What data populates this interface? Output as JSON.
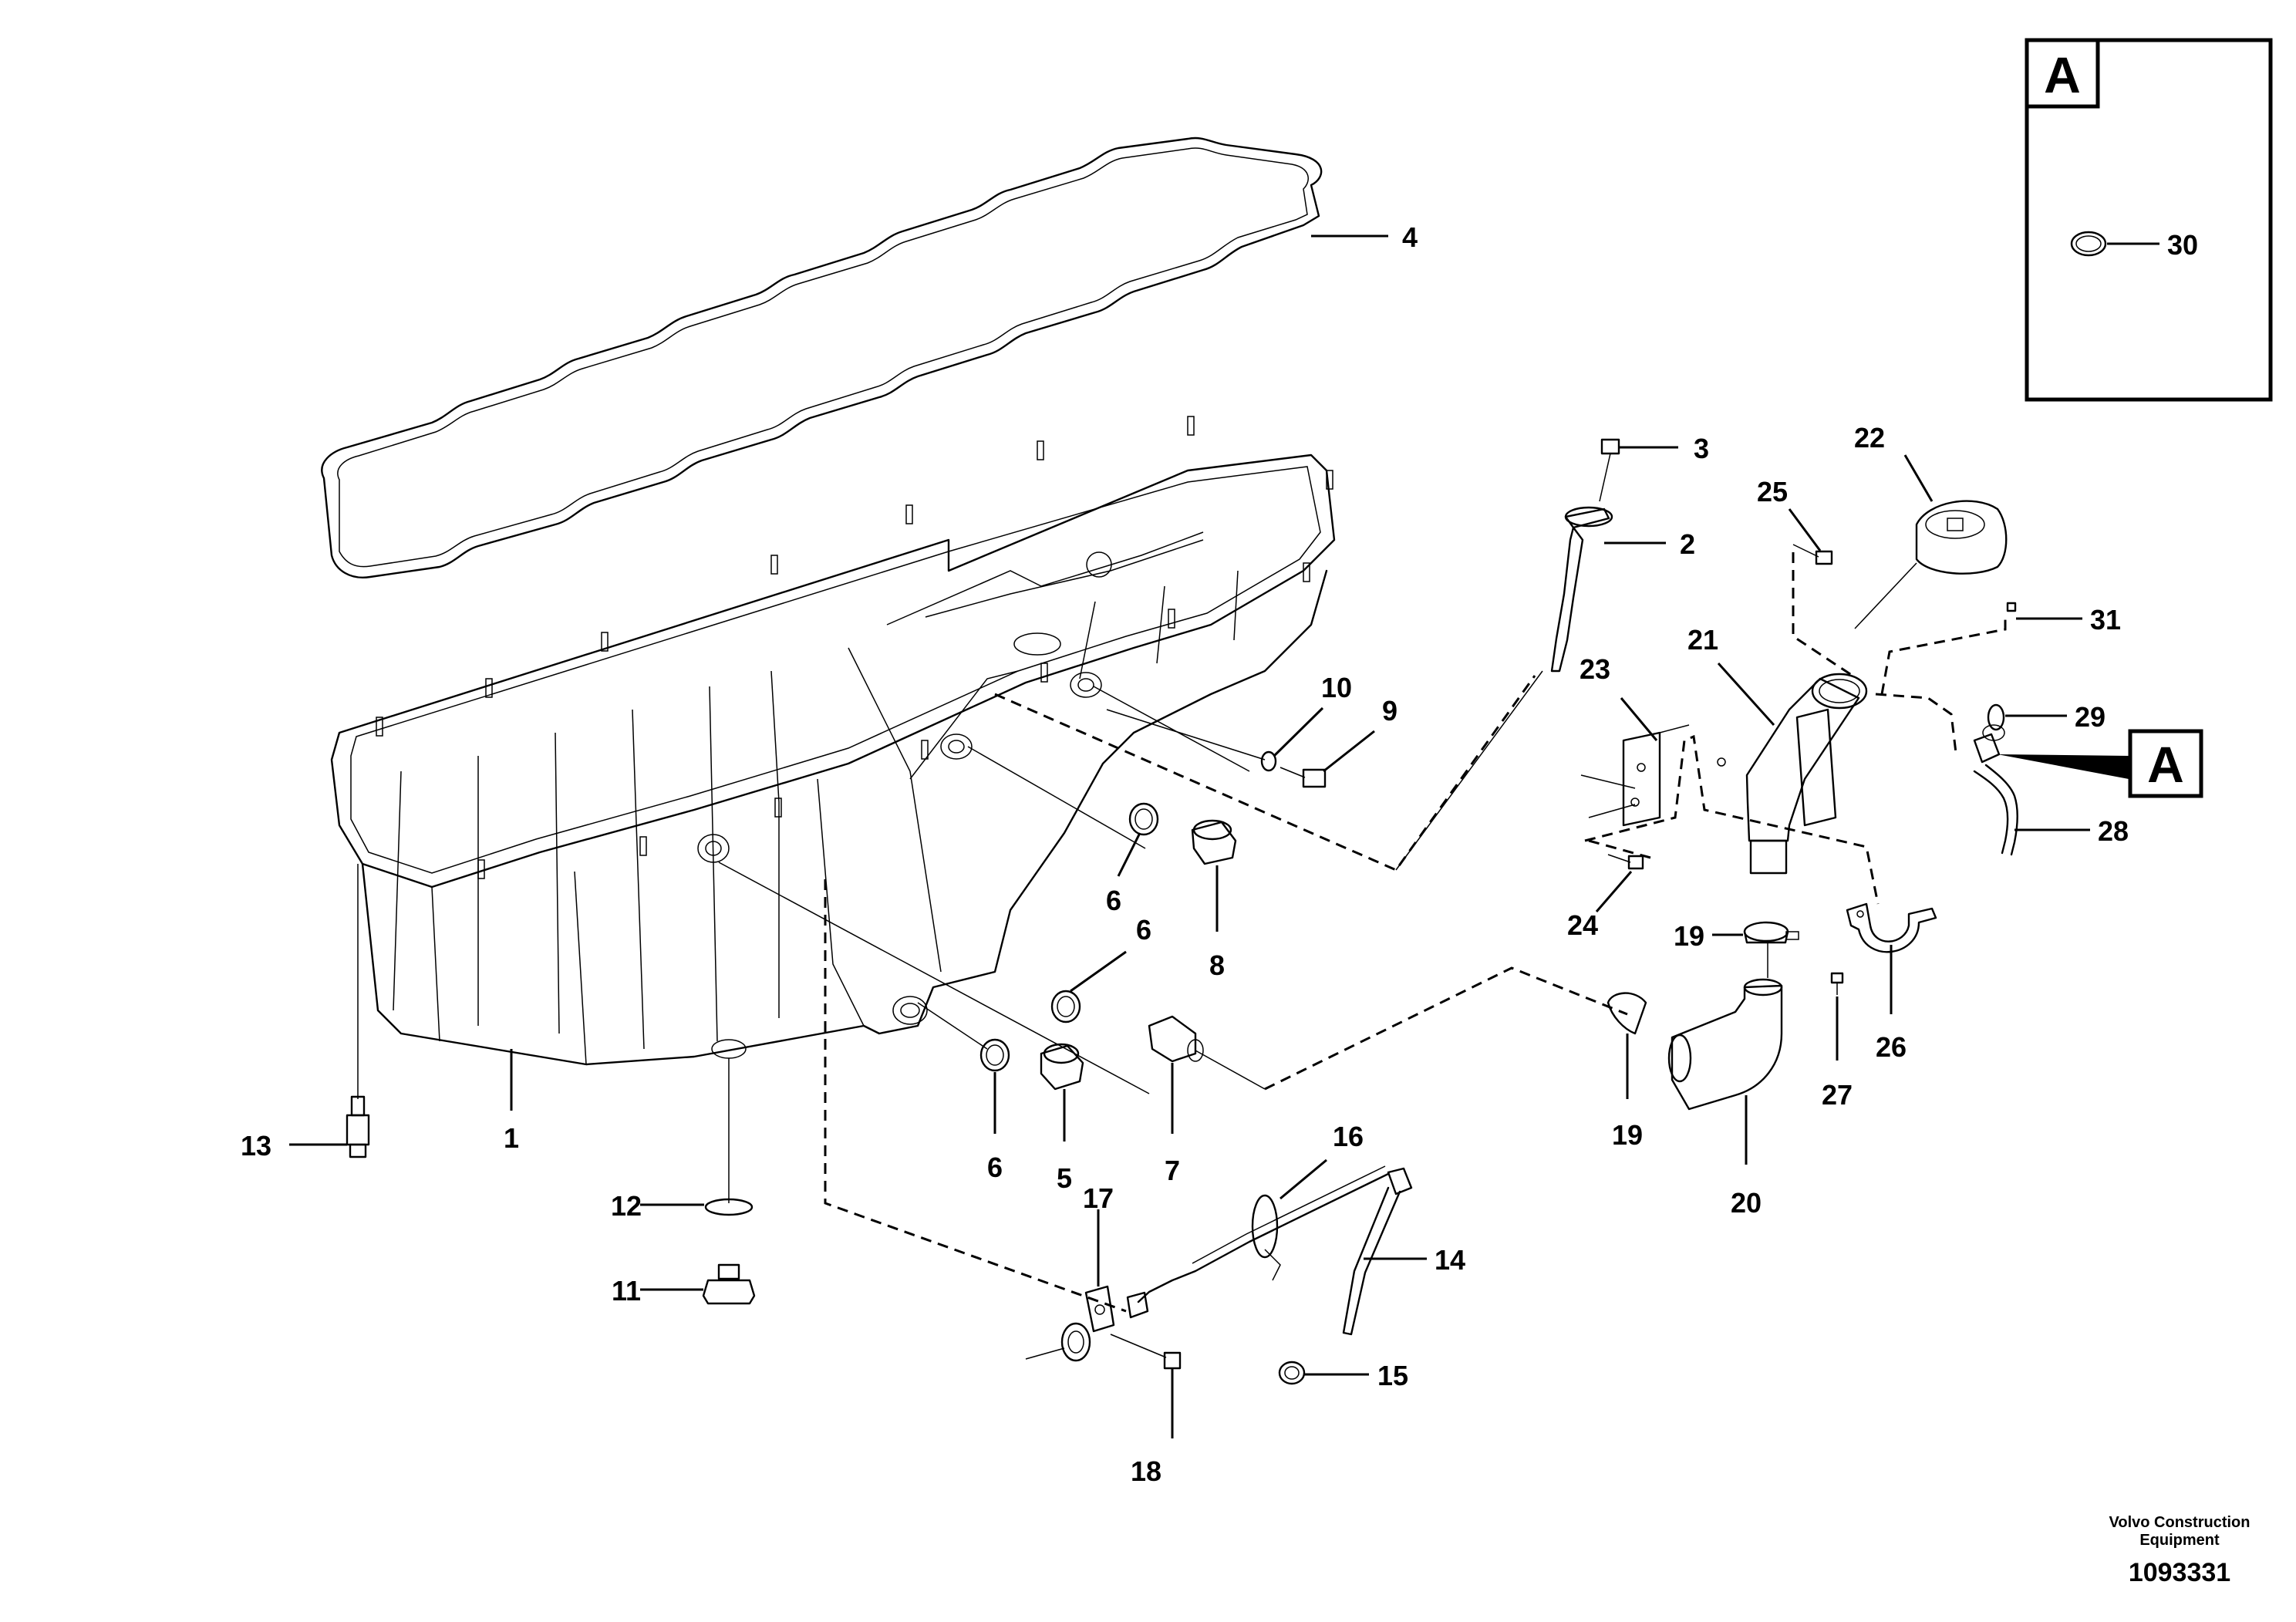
{
  "callouts": {
    "c1": "1",
    "c2": "2",
    "c3": "3",
    "c4": "4",
    "c5": "5",
    "c6a": "6",
    "c6b": "6",
    "c6c": "6",
    "c7": "7",
    "c8": "8",
    "c9": "9",
    "c10": "10",
    "c11": "11",
    "c12": "12",
    "c13": "13",
    "c14": "14",
    "c15": "15",
    "c16": "16",
    "c17": "17",
    "c18": "18",
    "c19a": "19",
    "c19b": "19",
    "c20": "20",
    "c21": "21",
    "c22": "22",
    "c23": "23",
    "c24": "24",
    "c25": "25",
    "c26": "26",
    "c27": "27",
    "c28": "28",
    "c29": "29",
    "c30": "30",
    "c31": "31"
  },
  "detail_view": {
    "letter": "A",
    "reference_letter": "A"
  },
  "footer": {
    "publisher_line1": "Volvo Construction",
    "publisher_line2": "Equipment",
    "drawing_number": "1093331"
  }
}
